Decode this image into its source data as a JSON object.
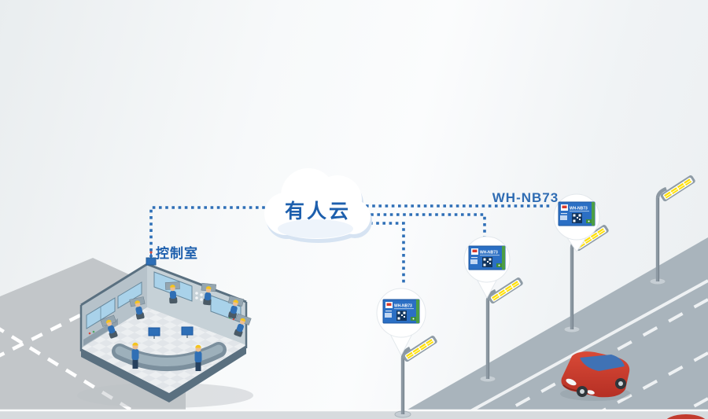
{
  "title": "NB-IoT smart street light cloud diagram",
  "cloud": {
    "label": "有人云"
  },
  "control_room": {
    "label": "控制室",
    "workers_seated": 6,
    "workers_standing": 2
  },
  "module": {
    "label": "WH-NB73",
    "board_label": "WH-NB73",
    "count": 3
  },
  "lamps": {
    "count": 4
  },
  "connections": {
    "style": "dotted",
    "color": "#2e6fb7"
  },
  "colors": {
    "label_blue": "#1d5fad",
    "dash_blue": "#2e6fb7",
    "module_blue": "#2b6fc4",
    "pcb_green": "#4c9e45",
    "logo_red": "#d63a2c",
    "lamp_yellow": "#ffdf00",
    "car_red": "#c63a2e",
    "road_gray": "#a9b4bc",
    "left_road_gray": "#c2c6c9",
    "room_wall": "#b6c2ca",
    "screen_blue": "#a9d2ea"
  }
}
